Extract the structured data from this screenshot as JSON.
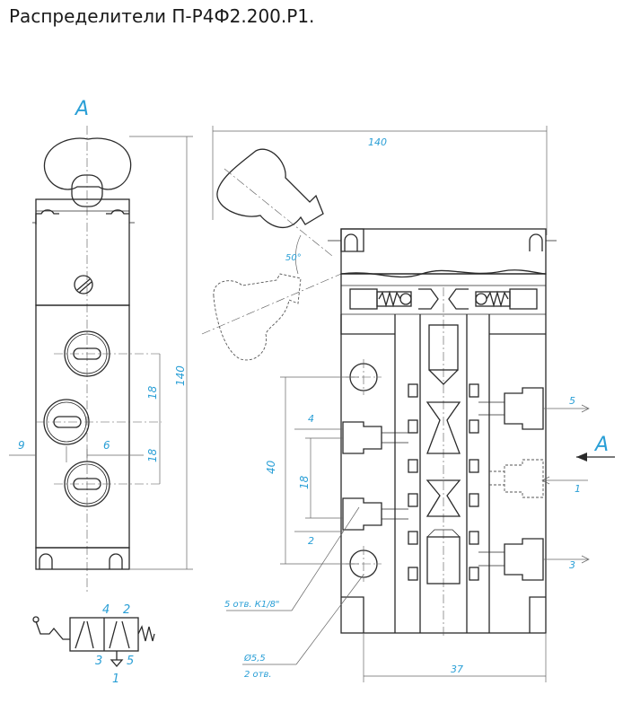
{
  "title": "Распределители П-Р4Ф2.200.Р1.",
  "view_label": "А",
  "arrow_label": "А",
  "dims": {
    "height_140": "140",
    "width_140": "140",
    "spacing_18a": "18",
    "spacing_18b": "18",
    "left_9": "9",
    "left_6": "6",
    "angle_50": "50°",
    "d_4": "4",
    "d_40": "40",
    "d_18": "18",
    "d_2": "2",
    "bottom_37": "37"
  },
  "ports": {
    "p5": "5",
    "p1": "1",
    "p3": "3"
  },
  "notes": {
    "holes_k18": "5 отв. К1/8\"",
    "diameter": "Ø5,5",
    "two_holes": "2 отв."
  },
  "schematic": {
    "n4": "4",
    "n2": "2",
    "n3": "3",
    "n5": "5",
    "n1": "1"
  },
  "colors": {
    "line": "#2a2a2a",
    "label": "#2a9fd6",
    "background": "#ffffff"
  }
}
